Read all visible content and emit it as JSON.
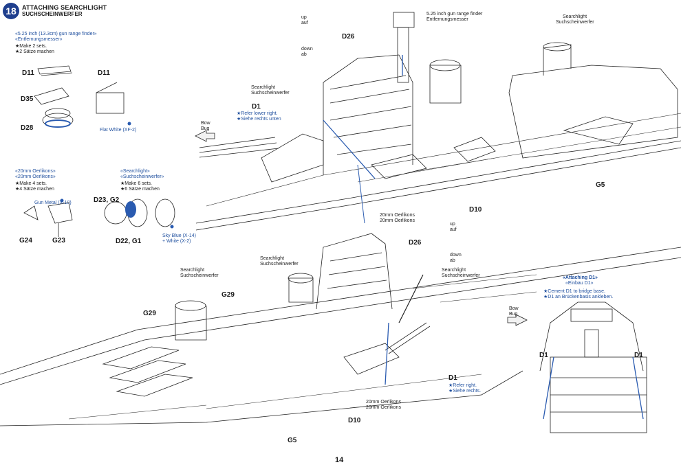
{
  "step": {
    "number": "18",
    "title": "ATTACHING SEARCHLIGHT",
    "subtitle": "SUCHSCHEINWERFER"
  },
  "rangefinder_box": {
    "title": "«5.25 inch (13.3cm) gun range finder»",
    "title_de": "«Entfernungsmesser»",
    "note": "★Make 2 sets.",
    "note_de": "★2 Sätze machen",
    "parts": [
      "D11",
      "D11",
      "D35",
      "D28"
    ],
    "paint": "Flat White (XF-2)"
  },
  "oerlikons_box": {
    "title": "«20mm Oerlikons»",
    "title_de": "«20mm Oerlikons»",
    "note": "★Make 4 sets.",
    "note_de": "★4 Sätze machen",
    "paint": "Gun Metal (X-10)",
    "parts": [
      "G24",
      "G23"
    ]
  },
  "searchlight_box": {
    "title": "«Searchlight»",
    "title_de": "«Suchscheinwerfer»",
    "note": "★Make 6 sets.",
    "note_de": "★6 Sätze machen",
    "part_top": "D23, G2",
    "part_bottom": "D22, G1",
    "paint": "Sky Blue (X-14)",
    "paint2": "+ White (X-2)"
  },
  "upper_view": {
    "updown_up": "up",
    "updown_up_de": "auf",
    "updown_down": "down",
    "updown_down_de": "ab",
    "d26": "D26",
    "rangefinder": "5.25 inch gun range finder",
    "rangefinder_de": "Entfernungsmesser",
    "searchlight_right": "Searchlight",
    "searchlight_right_de": "Suchscheinwerfer",
    "searchlight_left": "Searchlight",
    "searchlight_left_de": "Suchscheinwerfer",
    "d1": "D1",
    "d1_note": "★Refer lower right.",
    "d1_note_de": "★Siehe rechts unten",
    "bow": "Bow",
    "bow_de": "Bug",
    "oerlikons": "20mm Oerlikons",
    "oerlikons_de": "20mm Oerlikons",
    "d10": "D10",
    "g5": "G5"
  },
  "lower_view": {
    "updown_up": "up",
    "updown_up_de": "auf",
    "updown_down": "down",
    "updown_down_de": "ab",
    "d26": "D26",
    "searchlight_a": "Searchlight",
    "searchlight_a_de": "Suchscheinwerfer",
    "searchlight_b": "Searchlight",
    "searchlight_b_de": "Suchscheinwerfer",
    "searchlight_c": "Searchlight",
    "searchlight_c_de": "Suchscheinwerfer",
    "g29_a": "G29",
    "g29_b": "G29",
    "bow": "Bow",
    "bow_de": "Bug",
    "d1": "D1",
    "d1_note": "★Refer right.",
    "d1_note_de": "★Siehe rechts.",
    "oerlikons": "20mm Oerlikons",
    "oerlikons_de": "20mm Oerlikons",
    "d10": "D10",
    "g5": "G5"
  },
  "d1_box": {
    "title": "«Attaching D1»",
    "title_de": "«Einbau D1»",
    "note": "★Cement D1 to bridge base.",
    "note_de": "★D1 an Brückenbasis ankleben.",
    "left": "D1",
    "right": "D1"
  },
  "page": {
    "number": "14"
  },
  "colors": {
    "accent": "#1f3f8e",
    "line": "#222222",
    "paint_blue": "#2a5bb0"
  }
}
